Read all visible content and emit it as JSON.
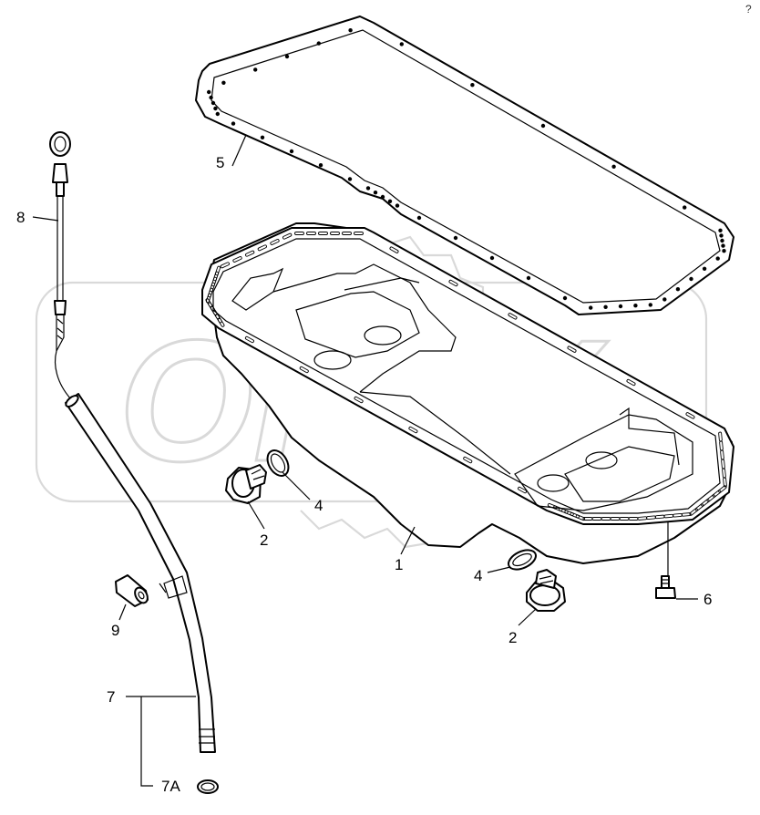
{
  "watermark": {
    "text": "OPEX",
    "color": "#d9d9d9"
  },
  "corner_mark": "?",
  "callouts": [
    {
      "id": "c1",
      "text": "1"
    },
    {
      "id": "c2a",
      "text": "2"
    },
    {
      "id": "c2b",
      "text": "2"
    },
    {
      "id": "c4a",
      "text": "4"
    },
    {
      "id": "c4b",
      "text": "4"
    },
    {
      "id": "c5",
      "text": "5"
    },
    {
      "id": "c6",
      "text": "6"
    },
    {
      "id": "c7",
      "text": "7"
    },
    {
      "id": "c7A",
      "text": "7A"
    },
    {
      "id": "c8",
      "text": "8"
    },
    {
      "id": "c9",
      "text": "9"
    }
  ],
  "parts": {
    "oil_pan": "oil-pan",
    "gasket": "oil-pan-gasket",
    "drain_plug": "drain-plug",
    "o_ring": "o-ring",
    "bolt": "bolt",
    "guide_tube": "dipstick-guide-tube",
    "tube_seal": "tube-seal-ring",
    "dipstick": "dipstick",
    "sleeve": "sleeve"
  }
}
